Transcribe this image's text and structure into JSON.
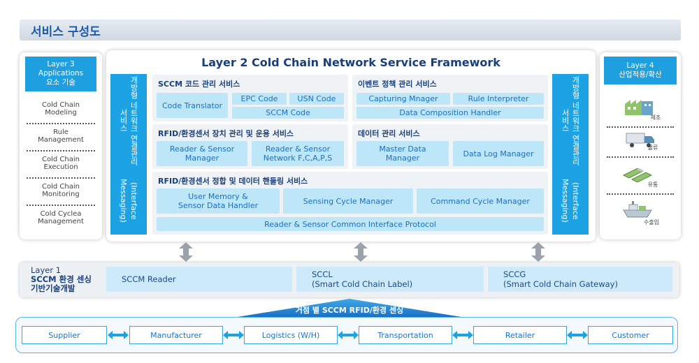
{
  "header": {
    "title": "서비스 구성도"
  },
  "layer3": {
    "head": [
      "Layer 3",
      "Applications",
      "요소 기술"
    ],
    "items": [
      [
        "Cold Chain",
        "Modeling"
      ],
      [
        "Rule",
        "Management"
      ],
      [
        "Cold Chain",
        "Execution"
      ],
      [
        "Cold Chain",
        "Monitoring"
      ],
      [
        "Cold Cyclea",
        "Management"
      ]
    ]
  },
  "layer2": {
    "title": "Layer 2 Cold Chain Network Service Framework",
    "side_bar": [
      "개방형 네트워크 연결관리 서비스",
      "(Interface Messaging)"
    ],
    "sccm_code": {
      "title": "SCCM 코드 관리 서비스",
      "code_translator": "Code Translator",
      "epc": "EPC Code",
      "usn": "USN Code",
      "sccm": "SCCM Code"
    },
    "event": {
      "title": "이벤트 정책 관리 서비스",
      "capturing": "Capturing Mnager",
      "rule": "Rule Interpreter",
      "composition": "Data Composition Handler"
    },
    "device": {
      "title": "RFID/환경센서 장치 관리 및 운용 서비스",
      "rs_manager": [
        "Reader & Sensor",
        "Manager"
      ],
      "rs_network": [
        "Reader & Sensor",
        "Network F,C,A,P,S"
      ]
    },
    "data_mgmt": {
      "title": "데이터 관리 서비스",
      "master": [
        "Master Data",
        "Manager"
      ],
      "log": "Data Log Manager"
    },
    "integration": {
      "title": "RFID/환경센서 정합 및 데이터 핸들링 서비스",
      "memory": [
        "User Memory &",
        "Sensor Data Handler"
      ],
      "sensing": "Sensing Cycle Manager",
      "command": "Command Cycle Manager",
      "protocol": "Reader & Sensor Common Interface Protocol"
    }
  },
  "layer4": {
    "head": [
      "Layer 4",
      "산업적용/확산"
    ],
    "items": [
      "제조",
      "물류",
      "유통",
      "수출입"
    ]
  },
  "layer1": {
    "head": [
      "Layer 1",
      "SCCM 환경 센싱",
      "기반기술개발"
    ],
    "reader": "SCCM Reader",
    "sccl": [
      "SCCL",
      "(Smart Cold Chain Label)"
    ],
    "sccg": [
      "SCCG",
      "(Smart Cold Chain Gateway)"
    ]
  },
  "chain": {
    "banner": "거점 별 SCCM RFID/환경 센싱",
    "nodes": [
      "Supplier",
      "Manufacturer",
      "Logistics (W/H)",
      "Transportation",
      "Retailer",
      "Customer"
    ]
  },
  "colors": {
    "accent": "#1da3e4",
    "cell": "#bde6f8",
    "title": "#1b5aa8"
  }
}
